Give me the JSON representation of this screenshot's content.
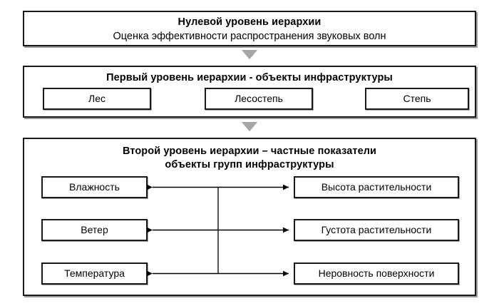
{
  "diagram": {
    "title_hidden": "Иерархия оценки эффективности распространения звуковых волн",
    "background_color": "#ffffff",
    "line_color": "#1a1a1a",
    "connector_color": "#a6a6a6",
    "levels": [
      {
        "id": "level-0",
        "title": "Нулевой уровень иерархии",
        "subtitle": "Оценка эффективности распространения звуковых волн",
        "nodes": []
      },
      {
        "id": "level-1",
        "title": "Первый уровень иерархии - объекты инфраструктуры",
        "subtitle": "",
        "nodes": [
          {
            "label": "Лес"
          },
          {
            "label": "Лесостепь"
          },
          {
            "label": "Степь"
          }
        ]
      },
      {
        "id": "level-2",
        "title": "Второй уровень иерархии – частные показатели",
        "subtitle": "объекты групп инфраструктуры",
        "nodes_left": [
          {
            "label": "Влажность"
          },
          {
            "label": "Ветер"
          },
          {
            "label": "Температура"
          }
        ],
        "nodes_right": [
          {
            "label": "Высота растительности"
          },
          {
            "label": "Густота растительности"
          },
          {
            "label": "Неровность поверхности"
          }
        ]
      }
    ],
    "connectors": [
      {
        "name": "connector-level0-to-level1",
        "icon": "triangle-down-icon"
      },
      {
        "name": "connector-level1-to-level2",
        "icon": "triangle-down-icon"
      }
    ],
    "relations": [
      {
        "from": "Влажность",
        "to": "Высота растительности",
        "type": "double-arrow"
      },
      {
        "from": "Ветер",
        "to": "Густота растительности",
        "type": "double-arrow"
      },
      {
        "from": "Температура",
        "to": "Неровность поверхности",
        "type": "double-arrow"
      }
    ]
  }
}
